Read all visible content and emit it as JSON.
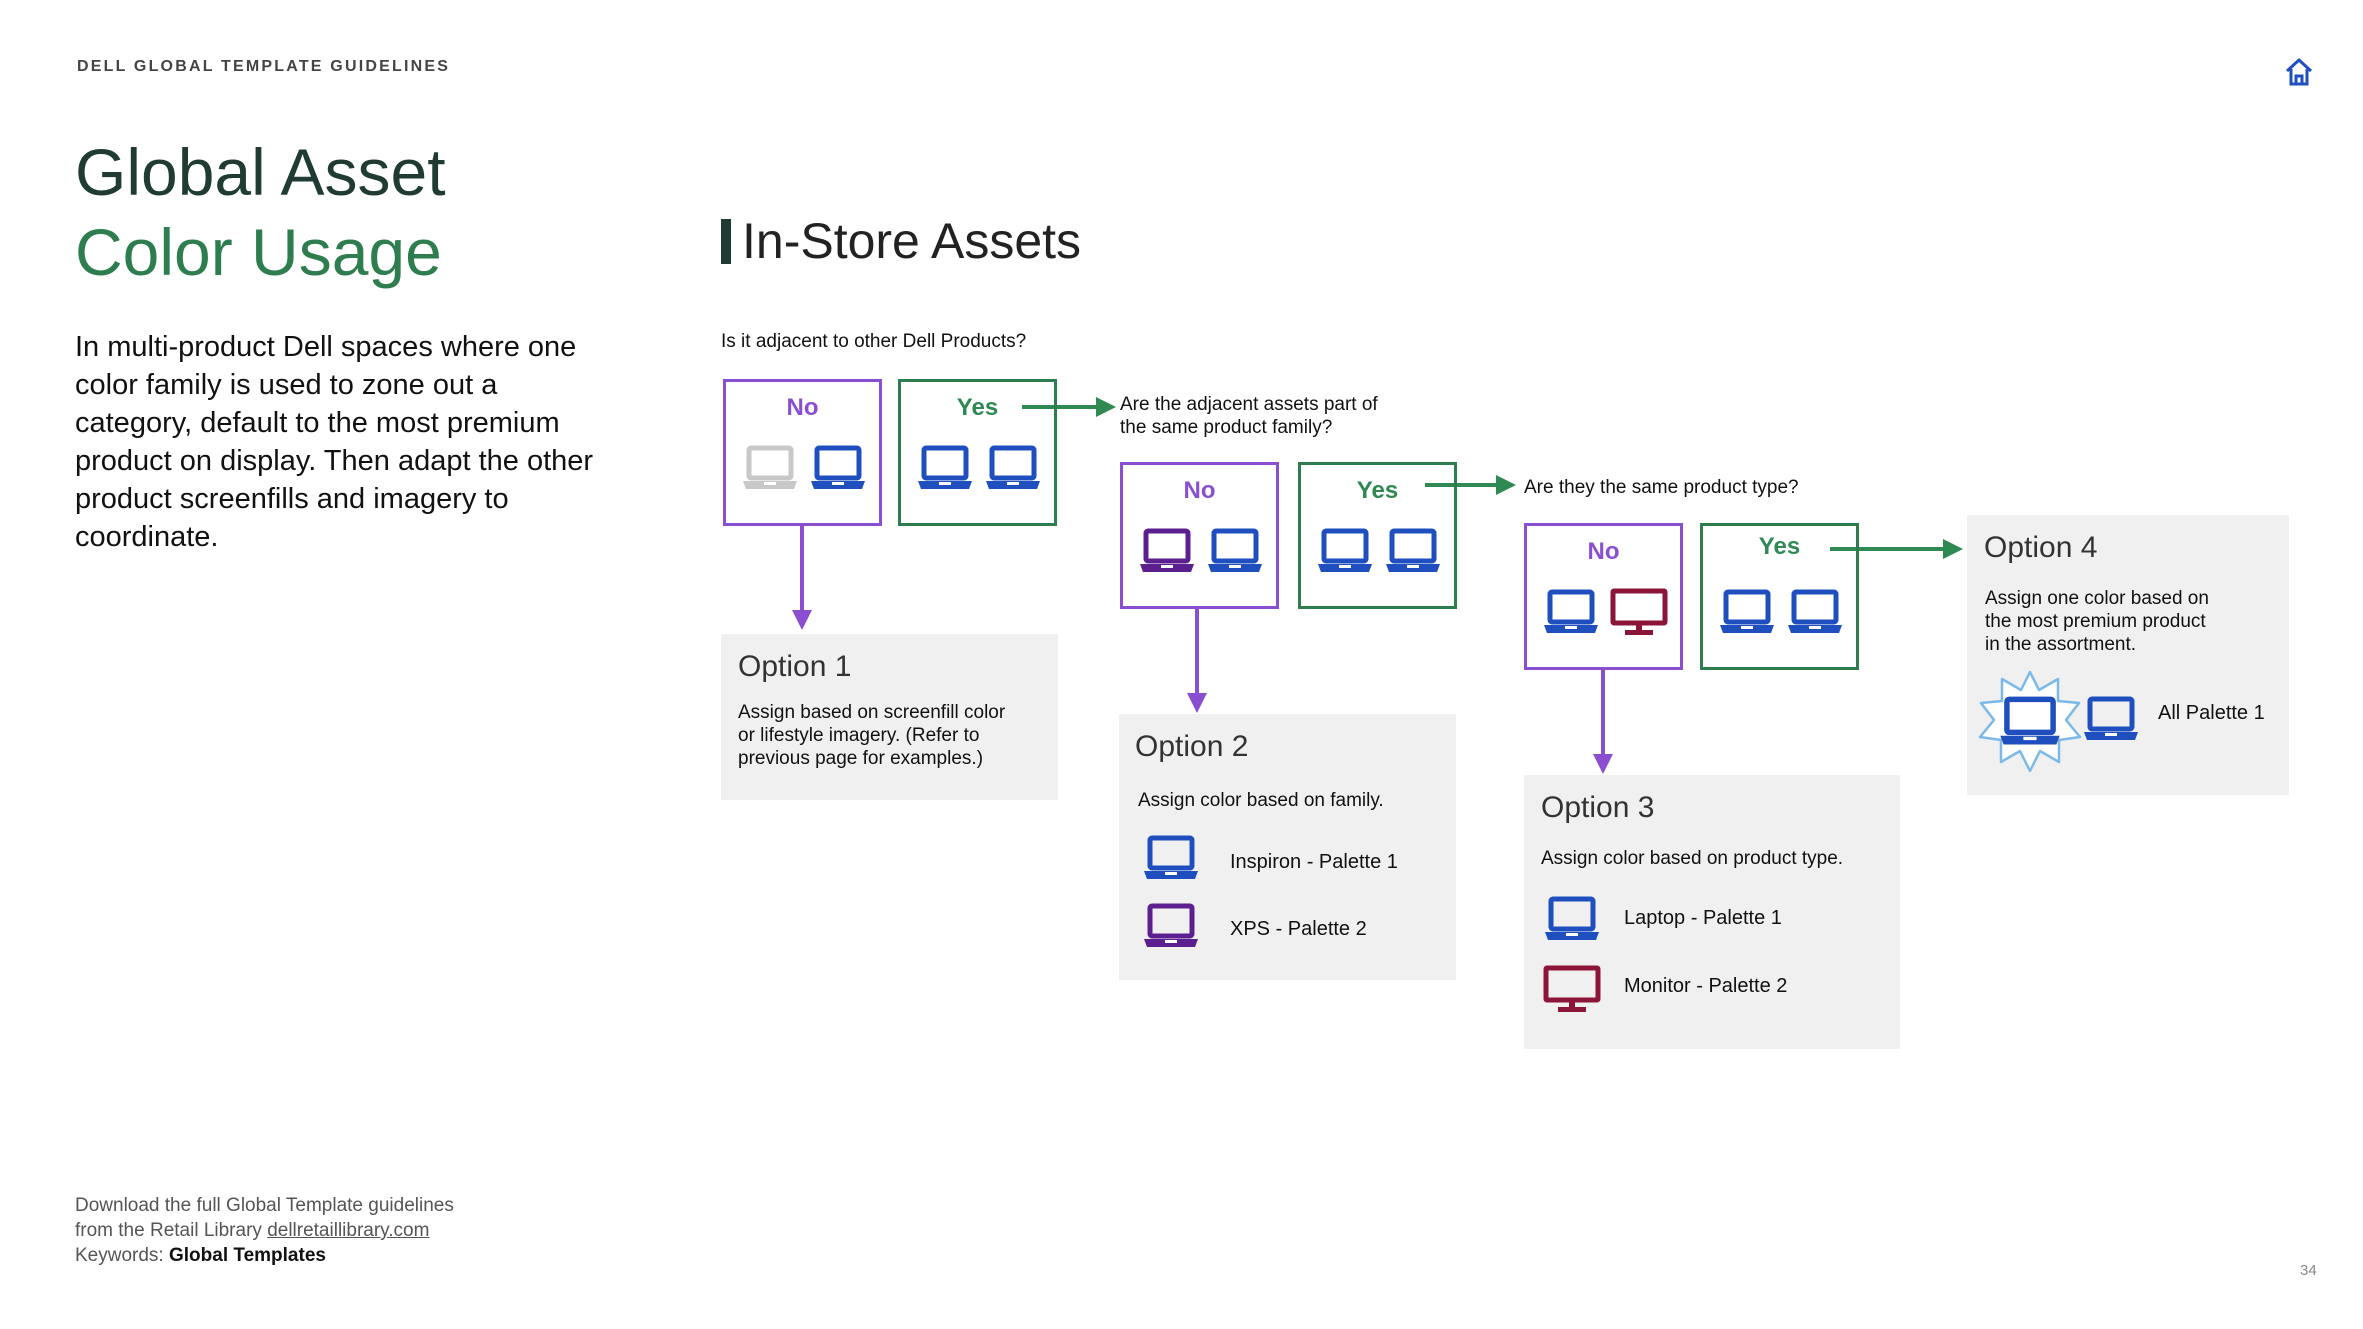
{
  "header": {
    "label": "DELL GLOBAL TEMPLATE GUIDELINES"
  },
  "title": {
    "line1": "Global Asset",
    "line2": "Color Usage"
  },
  "intro": "In multi-product Dell spaces where one color family is used to zone out a category, default to the most premium product on display. Then adapt the other product screenfills and imagery to coordinate.",
  "section_title": "In-Store Assets",
  "flow": {
    "q1": "Is it adjacent to other Dell Products?",
    "q2_line1": "Are the adjacent assets part of",
    "q2_line2": "the same product family?",
    "q3": "Are they the same product type?",
    "no_label": "No",
    "yes_label": "Yes"
  },
  "options": {
    "opt1": {
      "title": "Option 1",
      "text_line1": "Assign based on screenfill color",
      "text_line2": "or lifestyle imagery. (Refer to",
      "text_line3": "previous page for examples.)"
    },
    "opt2": {
      "title": "Option 2",
      "text": "Assign color based on family.",
      "item1": "Inspiron - Palette 1",
      "item2": "XPS - Palette 2"
    },
    "opt3": {
      "title": "Option 3",
      "text": "Assign color based on product type.",
      "item1": "Laptop - Palette 1",
      "item2": "Monitor - Palette 2"
    },
    "opt4": {
      "title": "Option 4",
      "text_line1": "Assign one color based on",
      "text_line2": "the most premium product",
      "text_line3": "in the assortment.",
      "item1": "All Palette 1"
    }
  },
  "footer": {
    "line1": "Download the full Global Template guidelines",
    "line2_prefix": "from the Retail Library ",
    "link": "dellretaillibrary.com",
    "line3_prefix": "Keywords: ",
    "keywords": "Global Templates"
  },
  "page_number": "34",
  "colors": {
    "purple": "#8a4fd1",
    "green": "#2e8a52",
    "blue": "#1f4fbf",
    "dark_purple": "#5b1f8f",
    "maroon": "#8b1538",
    "gray_icon": "#c8c8c8",
    "dark_green": "#1f3b33"
  }
}
